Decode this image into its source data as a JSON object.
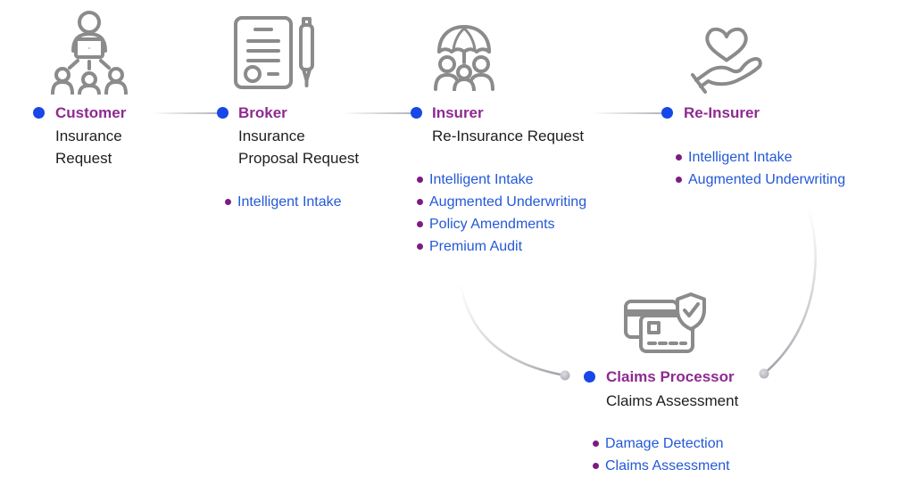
{
  "diagram": {
    "colors": {
      "node_dot_blue": "#1747e7",
      "stage_name_purple": "#8e2a91",
      "capability_bullet_purple": "#7c1c80",
      "capability_text_blue": "#2458d8",
      "body_text": "#1e1e20",
      "icon_gray": "#8b8b8b",
      "connector_gray": "#b3b3bd"
    },
    "stages": [
      {
        "name": "Customer",
        "icon": "customer-network-icon",
        "subtitle_lines": [
          "Insurance",
          "Request"
        ],
        "capabilities": []
      },
      {
        "name": "Broker",
        "icon": "contract-pen-icon",
        "subtitle_lines": [
          "Insurance",
          "Proposal Request"
        ],
        "capabilities": [
          "Intelligent Intake"
        ]
      },
      {
        "name": "Insurer",
        "icon": "umbrella-people-icon",
        "subtitle_lines": [
          "Re-Insurance Request"
        ],
        "capabilities": [
          "Intelligent Intake",
          "Augmented Underwriting",
          "Policy Amendments",
          "Premium Audit"
        ]
      },
      {
        "name": "Re-Insurer",
        "icon": "heart-hand-icon",
        "subtitle_lines": [],
        "capabilities": [
          "Intelligent Intake",
          "Augmented Underwriting"
        ]
      },
      {
        "name": "Claims Processor",
        "icon": "card-shield-icon",
        "subtitle_lines": [
          "Claims Assessment"
        ],
        "capabilities": [
          "Damage Detection",
          "Claims Assessment"
        ]
      }
    ]
  }
}
